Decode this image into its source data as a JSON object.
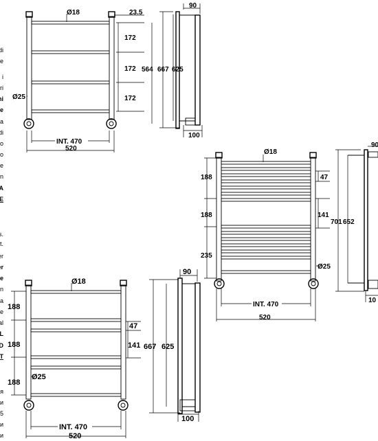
{
  "side_text": {
    "top": [
      "di",
      "e",
      "i",
      "ri",
      "ni",
      "e",
      "a",
      "di",
      "o",
      "o",
      "e",
      "n",
      "A",
      "E"
    ],
    "bottom": [
      "s.",
      "t.",
      "er",
      "er",
      "e",
      "n",
      "a",
      "e",
      "al",
      "L",
      "D",
      "T",
      "я",
      "и",
      "5",
      "и",
      "и"
    ]
  },
  "drawing_a": {
    "tube_dia": "Ø18",
    "side_dia": "Ø25",
    "offset": "23.5",
    "spacings": [
      "172",
      "172",
      "172"
    ],
    "height_inner": "564",
    "height_total": "667",
    "height_fix": "625",
    "depth": "90",
    "depth_base": "100",
    "int_width": "INT. 470",
    "width": "520"
  },
  "drawing_b": {
    "tube_dia": "Ø18",
    "side_dia": "Ø25",
    "spacings": [
      "188",
      "188",
      "235"
    ],
    "gap_small": "47",
    "gap_large": "141",
    "height_total": "701",
    "height_fix": "652",
    "depth": "90",
    "depth_base": "10",
    "int_width": "INT. 470",
    "width": "520"
  },
  "drawing_c": {
    "tube_dia": "Ø18",
    "side_dia": "Ø25",
    "spacings": [
      "188",
      "188",
      "188"
    ],
    "gap_small": "47",
    "gap_large": "141",
    "height_total": "667",
    "height_fix": "625",
    "depth": "90",
    "depth_base": "100",
    "int_width": "INT. 470",
    "width": "520"
  }
}
